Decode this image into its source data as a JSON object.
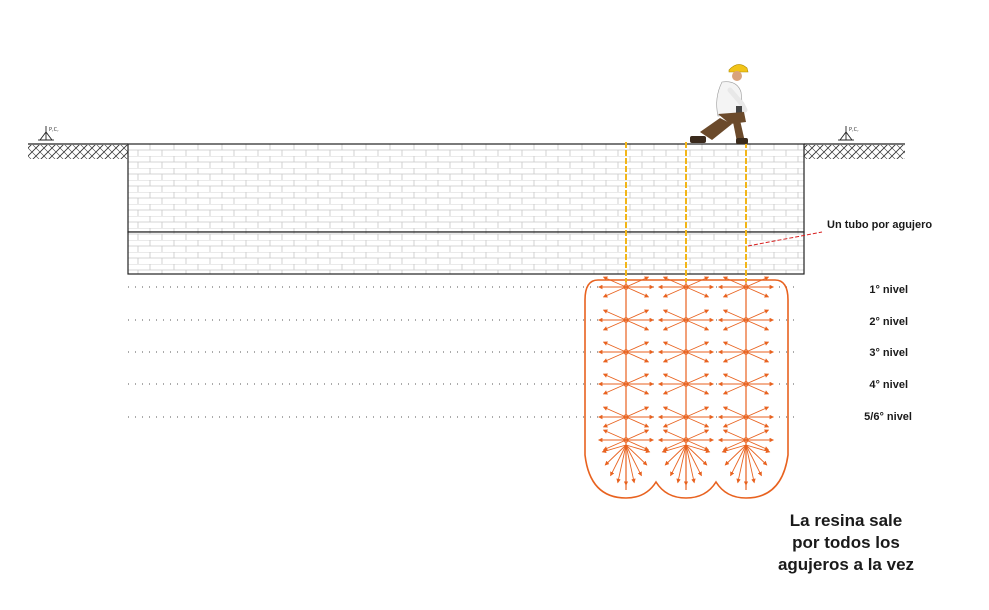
{
  "annotation": {
    "tube_label": "Un tubo por agujero"
  },
  "levels": [
    {
      "label": "1° nivel"
    },
    {
      "label": "2° nivel"
    },
    {
      "label": "3° nivel"
    },
    {
      "label": "4° nivel"
    },
    {
      "label": "5/6° nivel"
    }
  ],
  "caption": {
    "line1": "La resina sale",
    "line2": "por todos los",
    "line3": "agujeros a la vez"
  },
  "ground_marker": {
    "left": "P,C,",
    "right": "P,C,"
  },
  "colors": {
    "resin": "#e8621f",
    "tube": "#f2b619",
    "pointer": "#d82020",
    "wall_line": "#c8c8c8",
    "outline": "#222222"
  },
  "icons": {
    "worker": "worker-kneeling-icon",
    "ground_level": "ground-level-icon"
  }
}
